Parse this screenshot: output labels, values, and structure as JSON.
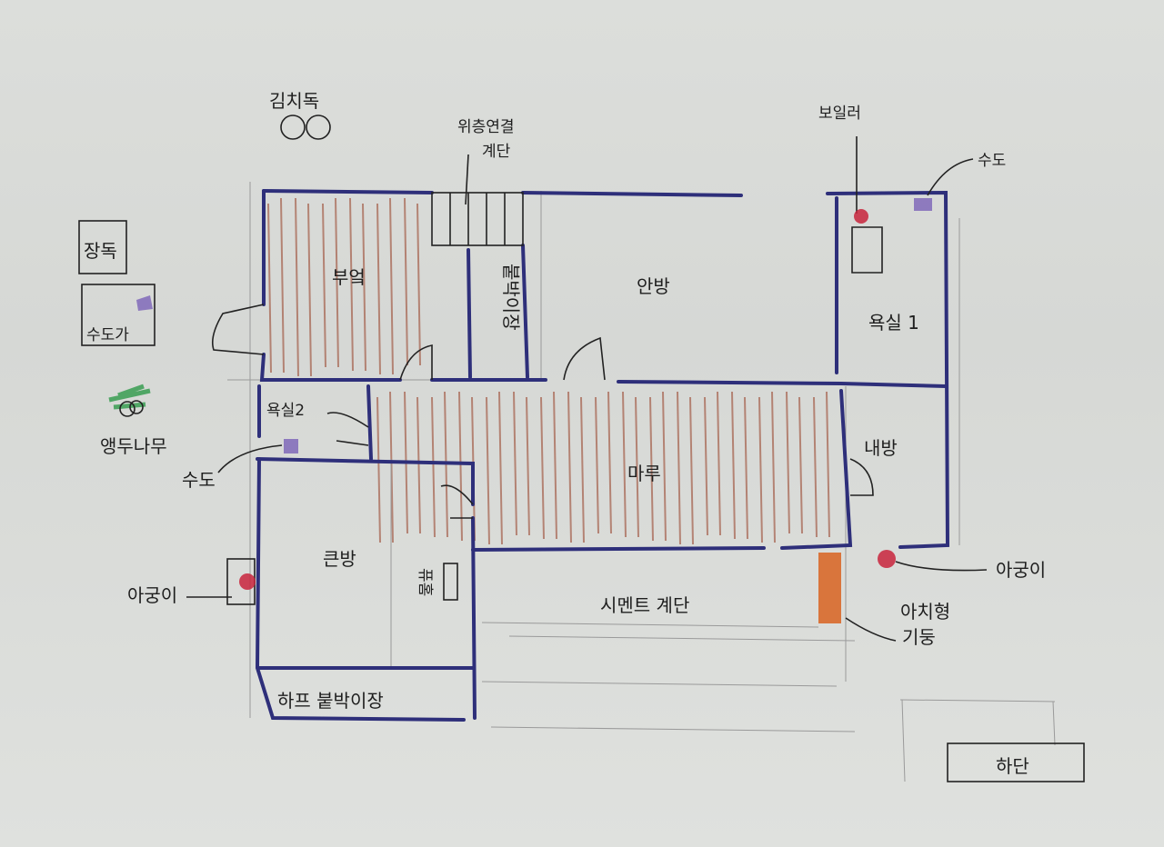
{
  "labels": {
    "kimchi_jar": "김치독",
    "stairs_up": "위층연결",
    "stairs_up2": "계단",
    "boiler": "보일러",
    "water_top": "수도",
    "jar_stand": "장독",
    "faucet_stand": "수도가",
    "kitchen": "부엌",
    "builtin_closet": "붙박이장",
    "master_room": "안방",
    "bath1": "욕실 1",
    "bath2": "욕실2",
    "cherry_tree": "앵두나무",
    "water_left": "수도",
    "maru": "마루",
    "my_room": "내방",
    "big_room": "큰방",
    "groove": "퓨홈",
    "furnace_left": "아궁이",
    "cement_stairs": "시멘트 계단",
    "arch_pillar": "아치형",
    "arch_pillar2": "기둥",
    "furnace_right": "아궁이",
    "half_closet": "하프 붙박이장",
    "floor": "하단"
  },
  "colors": {
    "wall": "#2e2f7a",
    "floor_hatch": "#a0553f",
    "pillar": "#d8692a",
    "furnace": "#c8243c",
    "water": "#7b62b8",
    "tree": "#2f9a4a"
  }
}
